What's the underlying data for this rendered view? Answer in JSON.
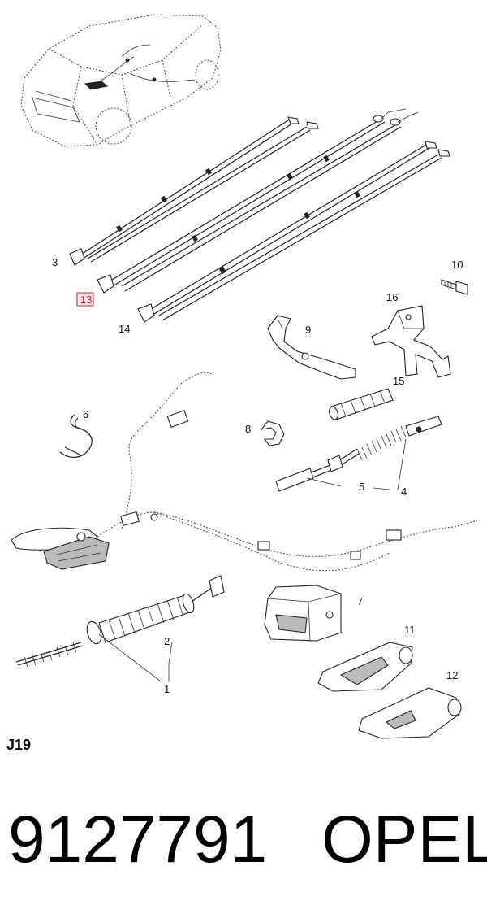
{
  "section_code": "J19",
  "part_number": "9127791",
  "brand": "OPEL",
  "highlight_color": "#d0202a",
  "labels": {
    "p1": "1",
    "p2": "2",
    "p3": "3",
    "p4": "4",
    "p5": "5",
    "p6": "6",
    "p7": "7",
    "p8": "8",
    "p9": "9",
    "p10": "10",
    "p11": "11",
    "p12": "12",
    "p13": "13",
    "p14": "14",
    "p15": "15",
    "p16": "16"
  }
}
